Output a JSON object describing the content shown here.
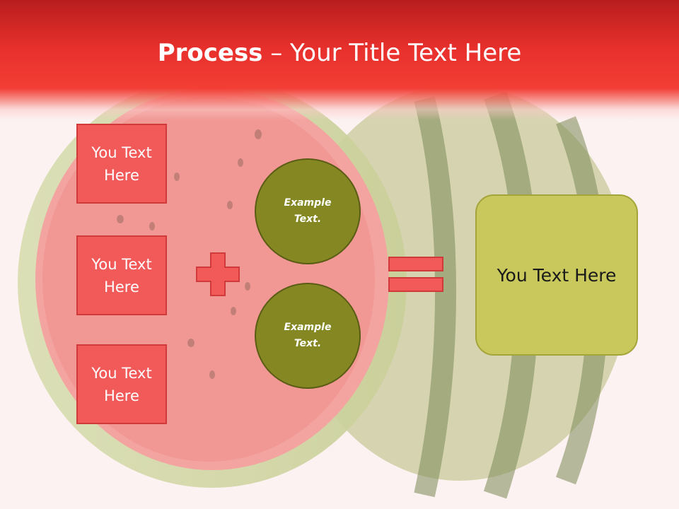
{
  "slide": {
    "title_bold": "Process",
    "title_rest": " – Your Title Text Here"
  },
  "left_boxes": [
    {
      "text": "You Text Here"
    },
    {
      "text": "You Text Here"
    },
    {
      "text": "You Text Here"
    }
  ],
  "operator_plus": "plus-icon",
  "circles": [
    {
      "text": "Example Text."
    },
    {
      "text": "Example Text."
    }
  ],
  "operator_equals": "equals-icon",
  "result_box": {
    "text": "You Text Here"
  },
  "colors": {
    "title_bar": "#e8302c",
    "box_fill": "#f25a5a",
    "circle_fill": "#858822",
    "result_fill": "#c8c85c"
  }
}
